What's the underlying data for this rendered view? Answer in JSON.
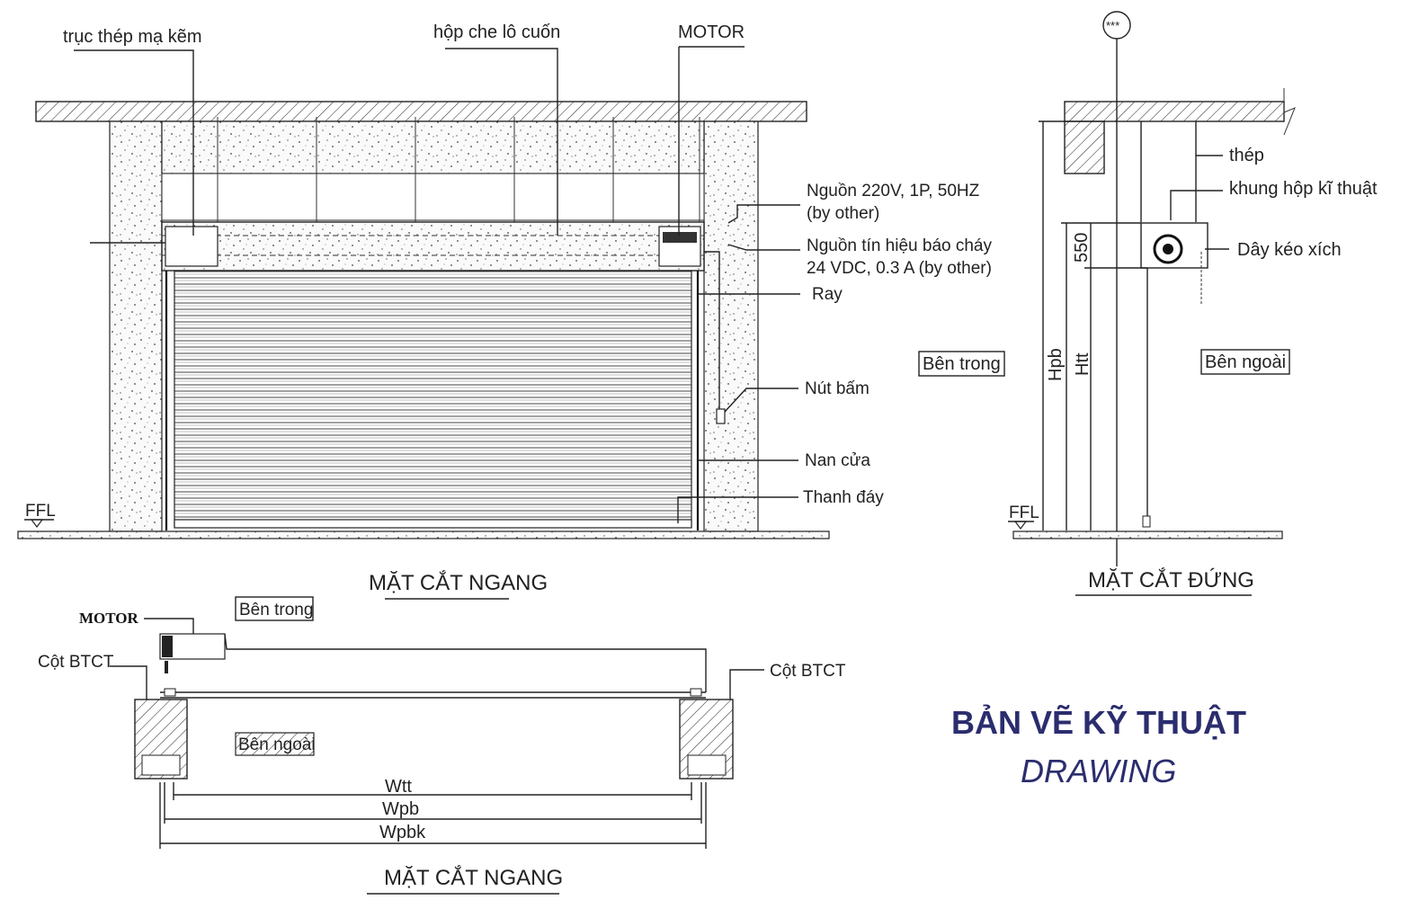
{
  "labels": {
    "truc_thep": "trục thép mạ kẽm",
    "hop_che": "hộp che lô cuốn",
    "motor_top": "MOTOR",
    "nguon_220_l1": "Nguồn 220V, 1P, 50HZ",
    "nguon_220_l2": "(by other)",
    "nguon_tin_hieu_l1": "Nguồn tín hiệu báo cháy",
    "nguon_tin_hieu_l2": "24 VDC, 0.3 A (by other)",
    "ray": "Ray",
    "nut_bam": "Nút bấm",
    "nan_cua": "Nan cửa",
    "thanh_day": "Thanh đáy",
    "ffl_left": "FFL",
    "ffl_right": "FFL",
    "grid_bubble": "***",
    "thep": "thép",
    "khung_hop": "khung hộp kĩ thuật",
    "day_keo": "Dây kéo xích",
    "dim_550": "550",
    "dim_hpb": "Hpb",
    "dim_htt": "Htt",
    "ben_trong_right": "Bên trong",
    "ben_ngoai_right": "Bên ngoài",
    "ben_trong_plan": "Bên trong",
    "ben_ngoai_plan": "Bên ngoài",
    "motor_plan": "MOTOR",
    "cot_btct_left": "Cột BTCT",
    "cot_btct_right": "Cột BTCT",
    "dim_wtt": "Wtt",
    "dim_wpb": "Wpb",
    "dim_wpbk": "Wpbk"
  },
  "section_titles": {
    "elevation": "MẶT CẮT NGANG",
    "side": "MẶT CẮT ĐỨNG",
    "plan": "MẶT CẮT NGANG"
  },
  "title_block": {
    "main": "BẢN VẼ KỸ THUẬT",
    "sub": "DRAWING"
  },
  "colors": {
    "title": "#2b2d6e",
    "line": "#222222"
  }
}
